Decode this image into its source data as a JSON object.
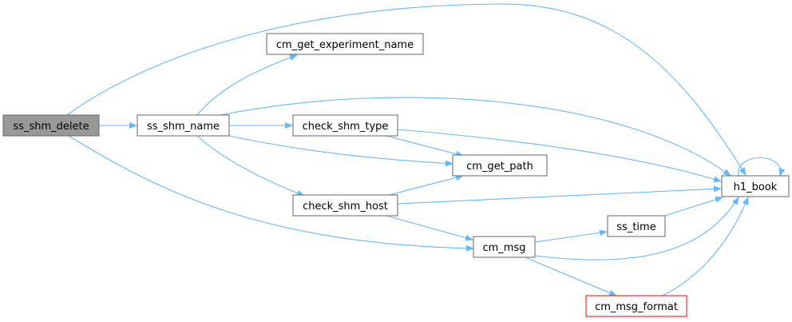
{
  "colors": {
    "edge": "#63b8ff",
    "node_border": "#666666",
    "node_fill": "#ffffff",
    "root_fill": "#999999",
    "root_border": "#666666",
    "highlight_border": "#ff0000"
  },
  "nodes": {
    "ss_shm_delete": "ss_shm_delete",
    "ss_shm_name": "ss_shm_name",
    "cm_get_experiment_name": "cm_get_experiment_name",
    "check_shm_type": "check_shm_type",
    "cm_get_path": "cm_get_path",
    "check_shm_host": "check_shm_host",
    "cm_msg": "cm_msg",
    "ss_time": "ss_time",
    "h1_book": "h1_book",
    "cm_msg_format": "cm_msg_format"
  }
}
